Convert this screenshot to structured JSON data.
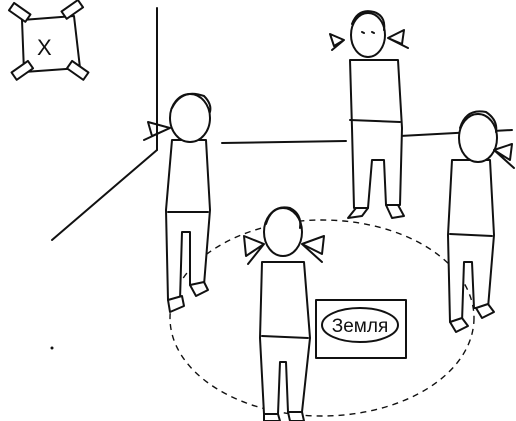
{
  "poster": {
    "mark": "X"
  },
  "sign": {
    "label": "Земля"
  },
  "figures": [
    {
      "id": "girl-left"
    },
    {
      "id": "girl-back-center"
    },
    {
      "id": "girl-far-center"
    },
    {
      "id": "girl-right"
    }
  ],
  "colors": {
    "ink": "#111111",
    "paper": "#ffffff"
  }
}
